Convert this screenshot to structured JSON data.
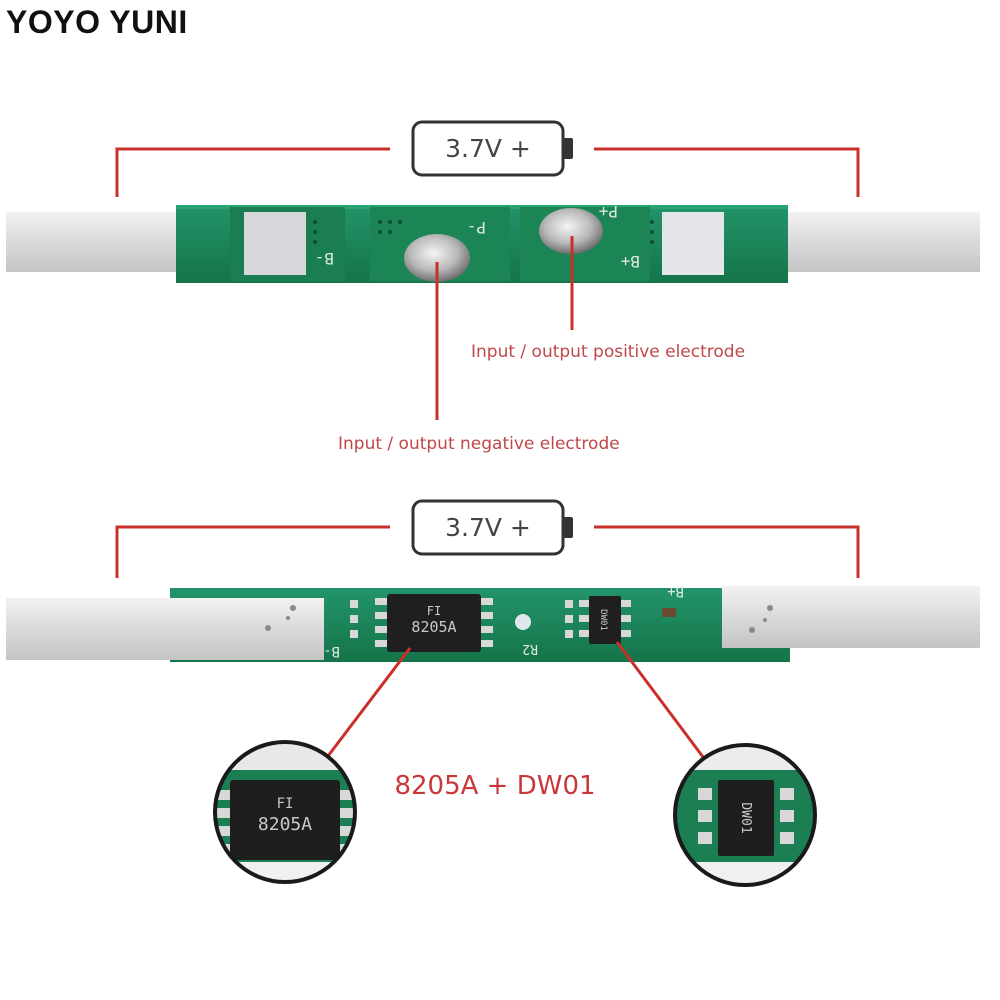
{
  "brand": "YOYO YUNI",
  "top_panel": {
    "battery_label": "3.7V +",
    "silk_b_minus": "B-",
    "silk_p_minus": "P-",
    "silk_p_plus": "P+",
    "silk_b_plus": "B+",
    "annotation_positive": "Input / output positive electrode",
    "annotation_negative": "Input / output negative electrode"
  },
  "bottom_panel": {
    "battery_label": "3.7V +",
    "silk_b_minus": "B-",
    "silk_b_plus": "B+",
    "silk_r2": "R2",
    "chip_8205a_text": "8205A",
    "chip_logo": "FI",
    "chip_dw01_text": "DW01",
    "chips_title": "8205A + DW01"
  },
  "colors": {
    "callout_line": "#c9302c",
    "pcb_green": "#1f8a5b",
    "nickel_strip": "#dcdcdc",
    "annotation_text": "#c0474a"
  }
}
